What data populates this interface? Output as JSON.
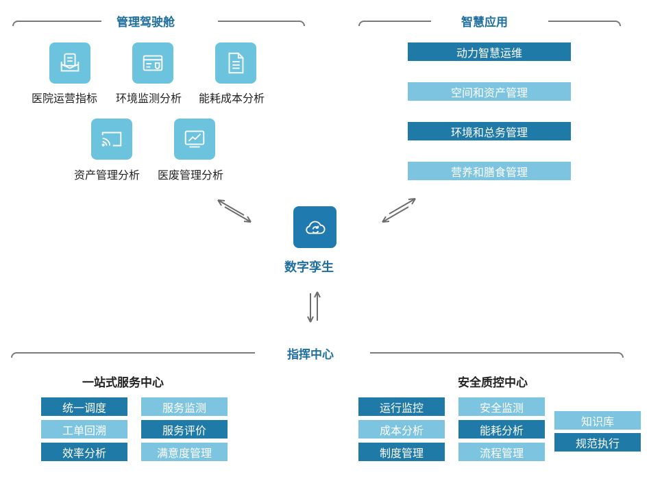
{
  "cockpit": {
    "title": "管理驾驶舱",
    "items": [
      {
        "label": "医院运营指标",
        "icon": "document-envelope-icon"
      },
      {
        "label": "环境监测分析",
        "icon": "shield-card-icon"
      },
      {
        "label": "能耗成本分析",
        "icon": "report-document-icon"
      },
      {
        "label": "资产管理分析",
        "icon": "cast-screen-icon"
      },
      {
        "label": "医废管理分析",
        "icon": "trend-chart-icon"
      }
    ]
  },
  "smart_apps": {
    "title": "智慧应用",
    "items": [
      {
        "label": "动力智慧运维",
        "style": "dark"
      },
      {
        "label": "空间和资产管理",
        "style": "light"
      },
      {
        "label": "环境和总务管理",
        "style": "dark"
      },
      {
        "label": "营养和膳食管理",
        "style": "light"
      }
    ]
  },
  "center": {
    "label": "数字孪生",
    "icon": "cloud-sync-icon"
  },
  "command": {
    "title": "指挥中心",
    "one_stop": {
      "title": "一站式服务中心",
      "items": [
        {
          "label": "统一调度",
          "style": "dark"
        },
        {
          "label": "服务监测",
          "style": "light"
        },
        {
          "label": "工单回溯",
          "style": "light"
        },
        {
          "label": "服务评价",
          "style": "dark"
        },
        {
          "label": "效率分析",
          "style": "dark"
        },
        {
          "label": "满意度管理",
          "style": "light"
        }
      ]
    },
    "safety": {
      "title": "安全质控中心",
      "items": [
        {
          "label": "运行监控",
          "style": "dark"
        },
        {
          "label": "安全监测",
          "style": "light"
        },
        {
          "label": "成本分析",
          "style": "light"
        },
        {
          "label": "能耗分析",
          "style": "dark"
        },
        {
          "label": "制度管理",
          "style": "dark"
        },
        {
          "label": "流程管理",
          "style": "light"
        }
      ],
      "extra": [
        {
          "label": "知识库",
          "style": "light"
        },
        {
          "label": "规范执行",
          "style": "dark"
        }
      ]
    }
  },
  "colors": {
    "accent": "#1f6f9e",
    "dark": "#1f7aa8",
    "light": "#7cc4df",
    "tile": "#6cc3de"
  }
}
